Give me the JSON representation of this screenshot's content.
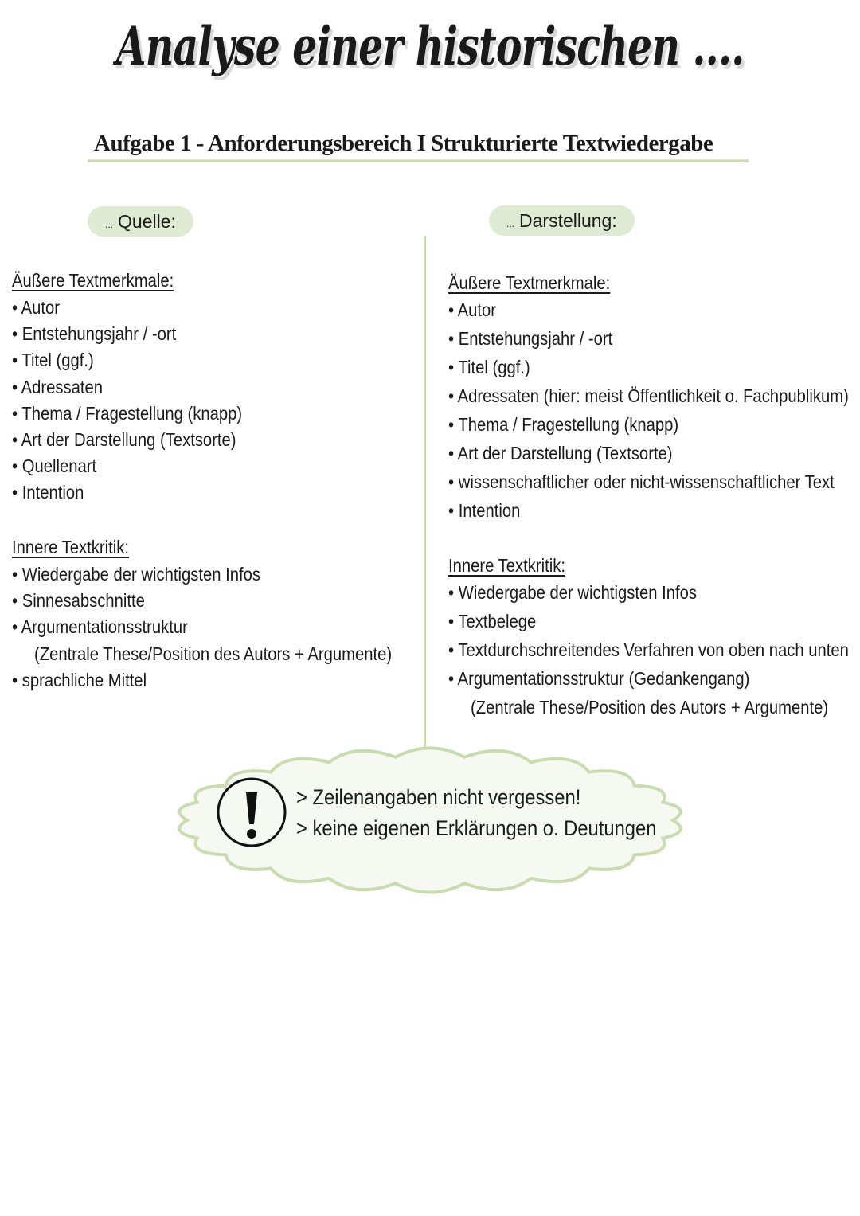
{
  "title": "Analyse einer historischen ....",
  "subtitle": "Aufgabe 1 - Anforderungsbereich I Strukturierte Textwiedergabe",
  "colors": {
    "accent_green": "#c9dcb0",
    "pill_green": "#dfead2",
    "cloud_fill": "#f6f9f1"
  },
  "left": {
    "pill": "Quelle:",
    "pill_prefix": "...",
    "section1_heading": "Äußere Textmerkmale:",
    "section1_items": [
      "Autor",
      "Entstehungsjahr / -ort",
      "Titel (ggf.)",
      "Adressaten",
      "Thema / Fragestellung (knapp)",
      "Art der Darstellung (Textsorte)",
      "Quellenart",
      "Intention"
    ],
    "section2_heading": "Innere Textkritik:",
    "section2_items": [
      "Wiedergabe der wichtigsten Infos",
      "Sinnesabschnitte",
      "Argumentationsstruktur"
    ],
    "section2_continuation": "(Zentrale These/Position des Autors + Argumente)",
    "section2_last": "sprachliche Mittel"
  },
  "right": {
    "pill": "Darstellung:",
    "pill_prefix": "...",
    "section1_heading": "Äußere Textmerkmale:",
    "section1_items": [
      "Autor",
      "Entstehungsjahr / -ort",
      "Titel (ggf.)",
      "Adressaten (hier: meist Öffentlichkeit o. Fachpublikum)",
      "Thema / Fragestellung (knapp)",
      "Art der Darstellung (Textsorte)",
      "wissenschaftlicher oder nicht-wissenschaftlicher Text",
      "Intention"
    ],
    "section2_heading": "Innere Textkritik:",
    "section2_items": [
      "Wiedergabe der wichtigsten Infos",
      "Textbelege",
      "Textdurchschreitendes Verfahren von oben nach unten",
      "Argumentationsstruktur (Gedankengang)"
    ],
    "section2_continuation": "(Zentrale These/Position des Autors + Argumente)"
  },
  "note": {
    "icon": "exclamation-circle-icon",
    "lines": [
      "> Zeilenangaben nicht vergessen!",
      "> keine eigenen Erklärungen o. Deutungen"
    ]
  }
}
